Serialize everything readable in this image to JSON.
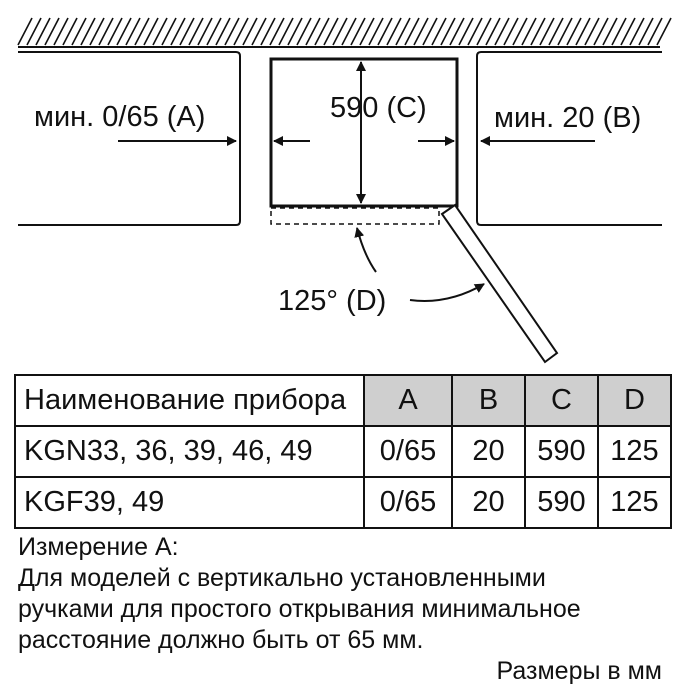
{
  "diagram": {
    "label_a": "мин. 0/65 (A)",
    "label_b": "мин. 20 (B)",
    "label_c": "590 (C)",
    "label_d": "125° (D)"
  },
  "table": {
    "headers": [
      "Наименование прибора",
      "A",
      "B",
      "C",
      "D"
    ],
    "rows": [
      [
        "KGN33, 36, 39, 46, 49",
        "0/65",
        "20",
        "590",
        "125"
      ],
      [
        "KGF39, 49",
        "0/65",
        "20",
        "590",
        "125"
      ]
    ]
  },
  "note": {
    "title": "Измерение A:",
    "lines": [
      "Для моделей с вертикально установленными",
      "ручками для простого открывания минимальное",
      "расстояние должно быть от 65 мм."
    ]
  },
  "units": "Размеры в мм",
  "colors": {
    "line": "#111111",
    "header_fill": "#cfcfcf"
  }
}
